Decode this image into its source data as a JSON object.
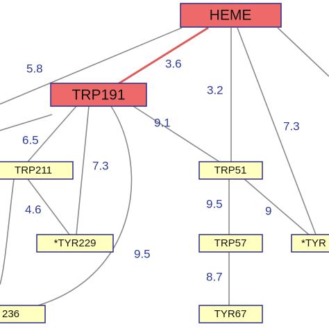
{
  "nodes": {
    "heme": "HEME",
    "trp191": "TRP191",
    "trp211": "TRP211",
    "tyr229": "*TYR229",
    "trp51": "TRP51",
    "trp57": "TRP57",
    "tyr_right": "*TYR",
    "n236": "236",
    "tyr67": "TYR67"
  },
  "weights": {
    "heme_left": "5.8",
    "heme_trp191": "3.6",
    "heme_trp51": "3.2",
    "heme_tyr_right": "7.3",
    "trp191_trp211": "6.5",
    "trp191_trp51": "9.1",
    "trp191_tyr229": "7.3",
    "trp191_236": "9.5",
    "trp211_tyr229": "4.6",
    "trp51_trp57": "9.5",
    "trp51_tyr_right": "9",
    "trp57_tyr67": "8.7"
  },
  "colors": {
    "highlight_node": "#ee6a6a",
    "regular_node": "#ffffc0",
    "node_border": "#2b2b8a",
    "edge": "#8a8a8a",
    "highlight_edge": "#e05a5a",
    "weight_label": "#2e3a9a"
  }
}
